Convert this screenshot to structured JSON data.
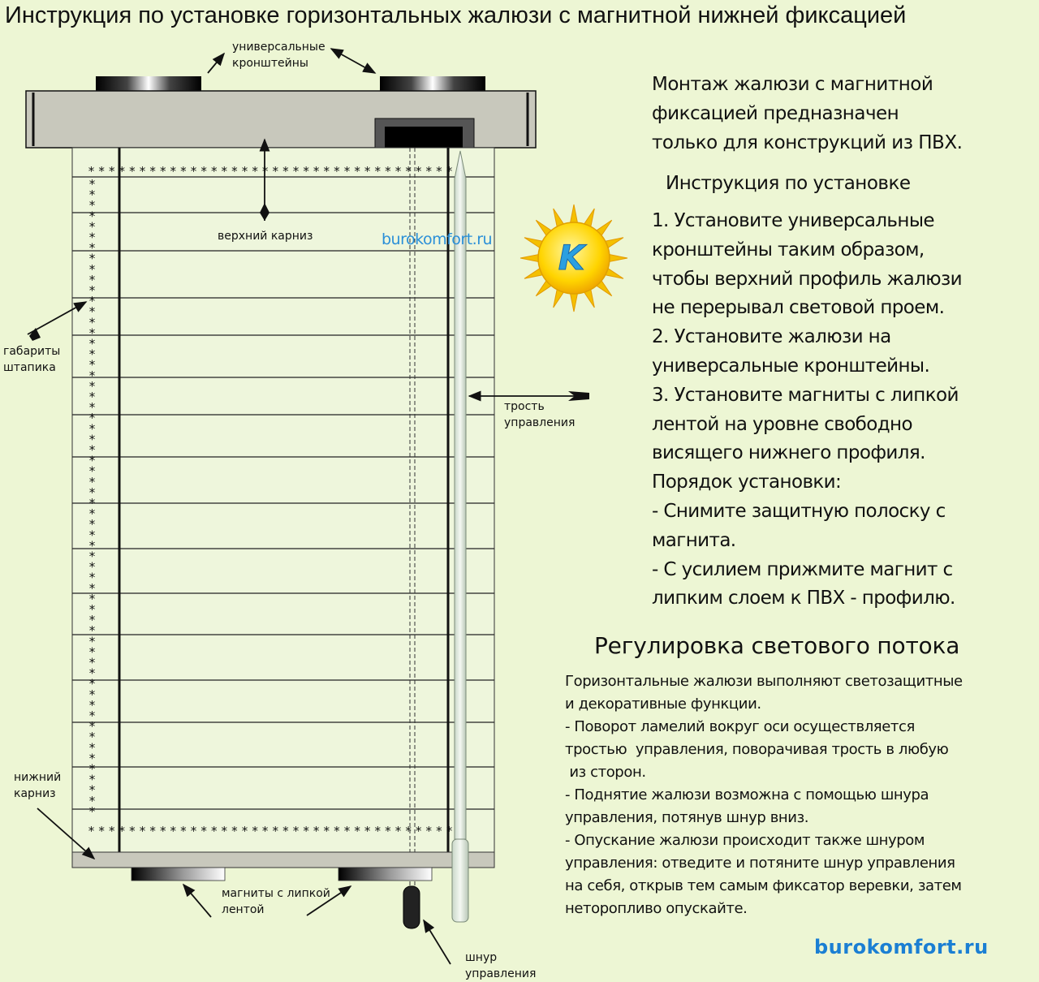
{
  "title": "Инструкция по установке горизонтальных жалюзи с магнитной нижней фиксацией",
  "labels": {
    "brackets": [
      "универсальные",
      "кронштейны"
    ],
    "top_cornice": "верхний карниз",
    "glazing_bead": [
      "габариты",
      "штапика"
    ],
    "wand": [
      "трость",
      "управления"
    ],
    "bottom_cornice": [
      "нижний",
      "карниз"
    ],
    "magnets": [
      "магниты с липкой",
      "лентой"
    ],
    "cord": [
      "шнур",
      "управления"
    ]
  },
  "watermark_mid": "burokomfort.ru",
  "watermark_bottom": "burokomfort.ru",
  "logo_letter": "K",
  "intro": [
    "Монтаж жалюзи с магнитной",
    "фиксацией предназначен",
    "только для конструкций из ПВХ."
  ],
  "install_heading": "Инструкция по установке",
  "install_steps": [
    "1. Установите универсальные",
    "кронштейны таким образом,",
    "чтобы верхний профиль жалюзи",
    "не перерывал световой проем.",
    "2. Установите жалюзи на",
    "универсальные кронштейны.",
    "3. Установите магниты с липкой",
    "лентой на уровне свободно",
    "висящего нижнего профиля.",
    "Порядок установки:",
    "- Снимите защитную полоску с",
    "магнита.",
    "- С усилием прижмите магнит с",
    "липким слоем к ПВХ - профилю."
  ],
  "light_heading": "Регулировка светового потока",
  "light_text": [
    "Горизонтальные жалюзи выполняют светозащитные",
    "и декоративные функции.",
    "- Поворот ламелий вокруг оси осуществляется",
    "тростью  управления, поворачивая трость в любую",
    " из сторон.",
    "- Поднятие жалюзи возможна с помощью шнура",
    "управления, потянув шнур вниз.",
    "- Опускание жалюзи происходит также шнуром",
    "управления: отведите и потяните шнур управления",
    "на себя, открыв тем самым фиксатор веревки, затем",
    "неторопливо опускайте."
  ],
  "colors": {
    "background": "#edf6d4",
    "cornice": "#c8c8bc",
    "watermark": "#1b7fd3",
    "sun": "#f5c400",
    "logo_letter": "#2a9fe0"
  }
}
